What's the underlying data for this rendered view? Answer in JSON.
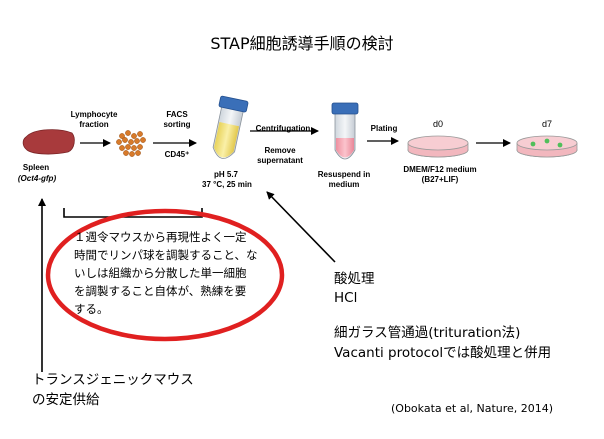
{
  "title": "STAP細胞誘導手順の検討",
  "protocol": {
    "spleen_label": "Spleen",
    "spleen_sub": "(Oct4-gfp)",
    "step_lymphocyte": [
      "Lymphocyte",
      "fraction"
    ],
    "step_facs": [
      "FACS",
      "sorting"
    ],
    "cd45": "CD45⁺",
    "ph": "pH 5.7",
    "temp_time": "37 °C, 25 min",
    "centrifugation": "Centrifugation",
    "remove": [
      "Remove",
      "supernatant"
    ],
    "resuspend": [
      "Resuspend in",
      "medium"
    ],
    "plating": "Plating",
    "d0": "d0",
    "d7": "d7",
    "medium": "DMEM/F12 medium",
    "medium_sub": "(B27+LIF)"
  },
  "annotations": {
    "bubble_lines": [
      "１週令マウスから再現性よく一定",
      "時間でリンパ球を調製すること、な",
      "いしは組織から分散した単一細胞",
      "を調製すること自体が、熟練を要",
      "する。"
    ],
    "acid_label": "酸処理",
    "acid_sub": "HCl",
    "trituration": "細ガラス管通過(trituration法)",
    "vacanti": "Vacanti protocolでは酸処理と併用",
    "transgenic": [
      "トランスジェニックマウス",
      "の安定供給"
    ],
    "citation": "(Obokata et al, Nature, 2014)"
  },
  "colors": {
    "bubble_outline": "#e02020",
    "tube_cap": "#3a6fb8",
    "tube_yellow": "#f2e27a",
    "tube_pink": "#f4a3b0",
    "spleen": "#a83a3c",
    "cells": "#d77a2a",
    "dish_medium": "#f2a0a8",
    "colony": "#4fbf5a"
  }
}
